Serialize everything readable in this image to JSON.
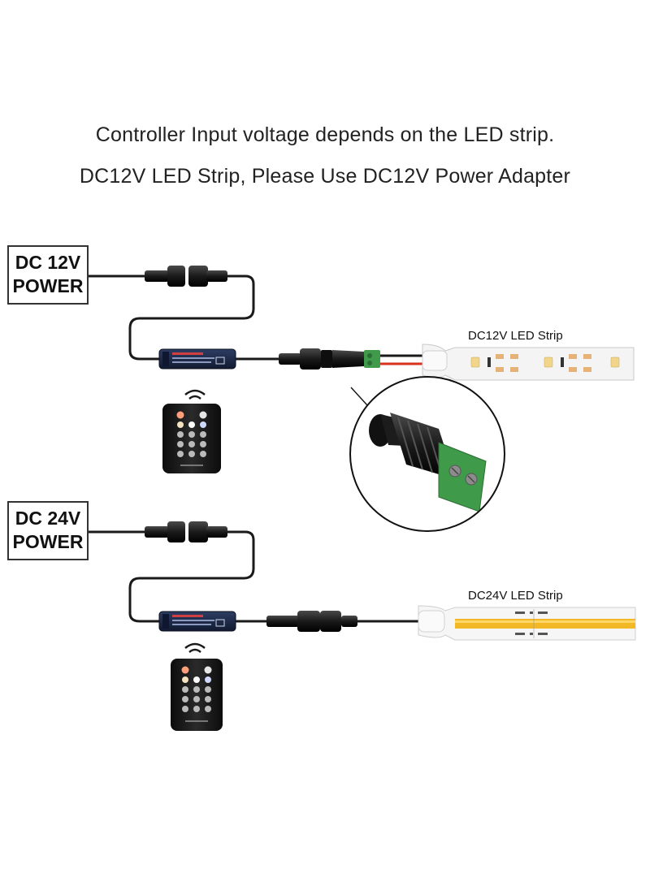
{
  "headline": {
    "line1": "Controller Input voltage depends on the LED strip.",
    "line2": "DC12V LED Strip, Please Use DC12V Power Adapter"
  },
  "power_12v": {
    "line1": "DC 12V",
    "line2": "POWER"
  },
  "power_24v": {
    "line1": "DC 24V",
    "line2": "POWER"
  },
  "strip_12v_label": "DC12V LED Strip",
  "strip_24v_label": "DC24V LED Strip",
  "colors": {
    "cable": "#1a1a1a",
    "controller": "#1c2a4a",
    "terminal_green": "#3f9a4a",
    "strip_yellow": "#f2b826",
    "wire_red": "#d6321e"
  }
}
